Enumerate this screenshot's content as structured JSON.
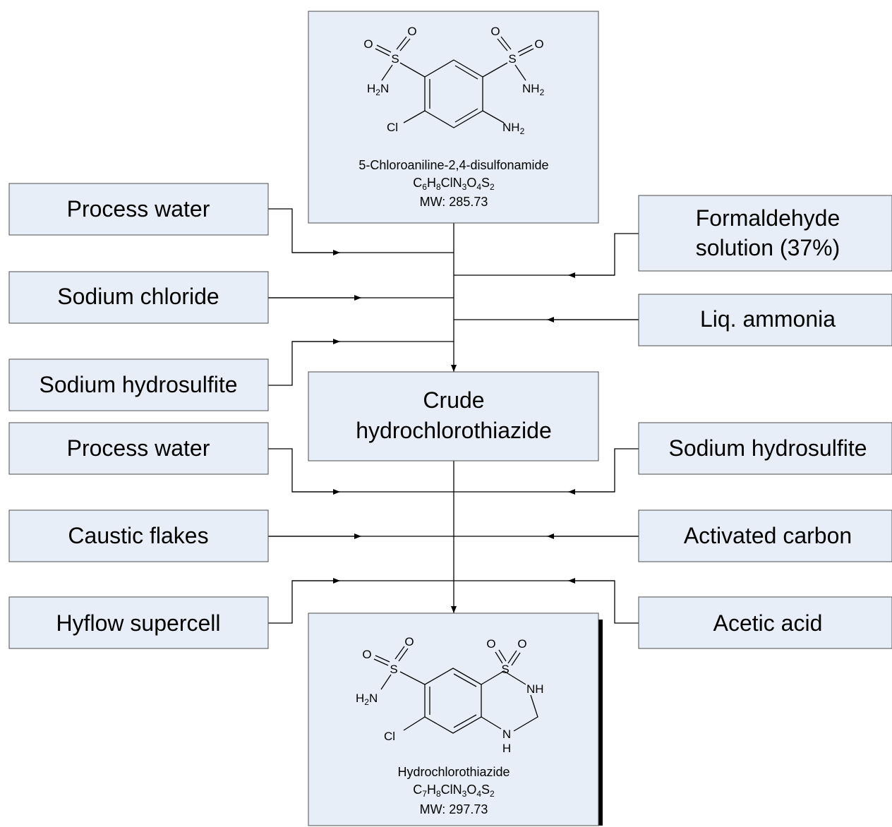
{
  "start_compound": {
    "name": "5-Chloroaniline-2,4-disulfonamide",
    "formula": {
      "c": "C",
      "c_n": "6",
      "h": "H",
      "h_n": "8",
      "mid": "ClN",
      "n_n": "3",
      "o": "O",
      "o_n": "4",
      "s": "S",
      "s_n": "2"
    },
    "mw": "MW: 285.73",
    "atoms": {
      "o": "O",
      "s": "S",
      "h2n_h": "H",
      "h2n_2": "2",
      "h2n_n": "N",
      "nh2_n": "NH",
      "nh2_2": "2",
      "cl": "Cl"
    }
  },
  "intermediate": {
    "line1": "Crude",
    "line2": "hydrochlorothiazide"
  },
  "product": {
    "name": "Hydrochlorothiazide",
    "formula": {
      "c": "C",
      "c_n": "7",
      "h": "H",
      "h_n": "8",
      "mid": "ClN",
      "n_n": "3",
      "o": "O",
      "o_n": "4",
      "s": "S",
      "s_n": "2"
    },
    "mw": "MW: 297.73",
    "atoms": {
      "o": "O",
      "s": "S",
      "nh": "NH",
      "n": "N",
      "h": "H",
      "h2n_h": "H",
      "h2n_2": "2",
      "h2n_n": "N",
      "cl": "Cl"
    }
  },
  "inputs_left_stage1": [
    "Process water",
    "Sodium chloride",
    "Sodium hydrosulfite"
  ],
  "inputs_right_stage1": [
    [
      "Formaldehyde",
      "solution (37%)"
    ],
    "Liq. ammonia"
  ],
  "inputs_left_stage2": [
    "Process water",
    "Caustic flakes",
    "Hyflow supercell"
  ],
  "inputs_right_stage2": [
    "Sodium hydrosulfite",
    "Activated carbon",
    "Acetic acid"
  ]
}
